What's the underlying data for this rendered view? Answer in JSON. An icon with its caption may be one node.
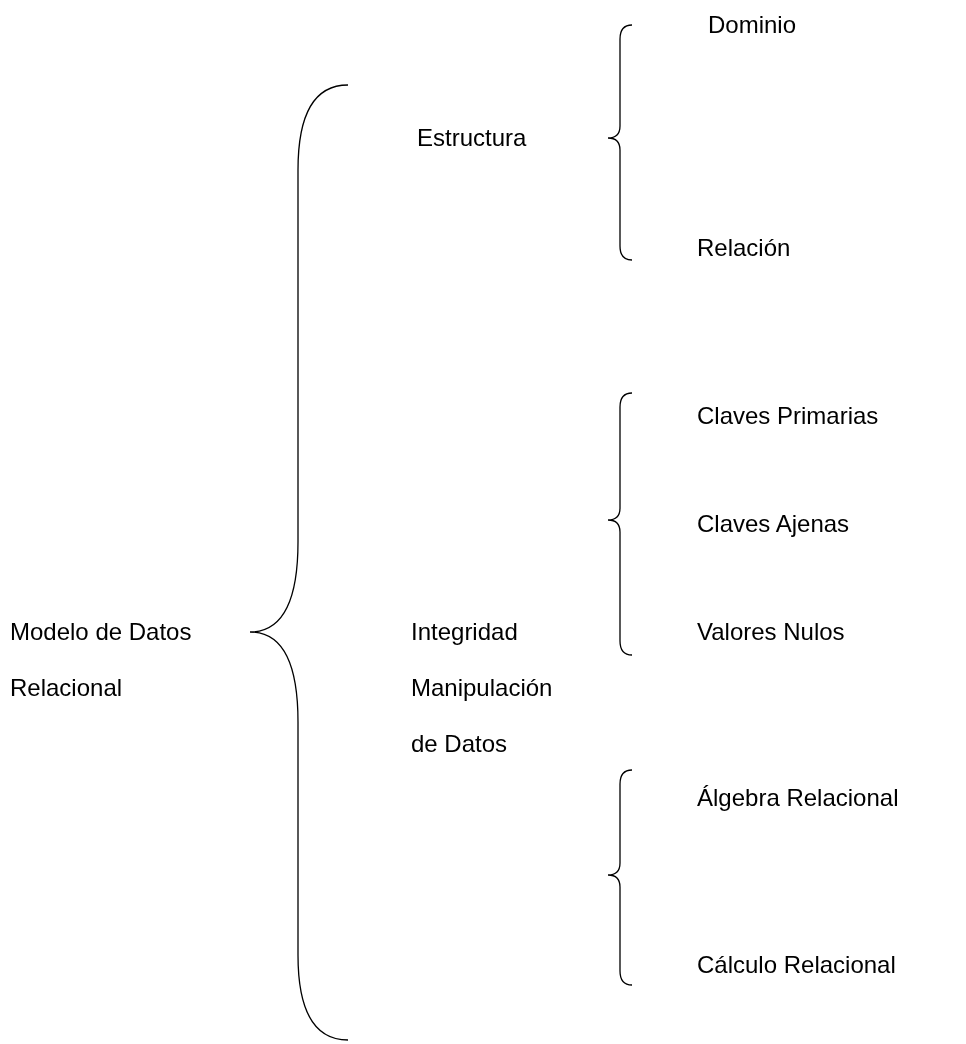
{
  "diagram": {
    "nodes": [
      {
        "text": [
          "Modelo de Datos Relacional"
        ]
      },
      {
        "text": [
          "Estructura"
        ]
      },
      {
        "text": [
          "Dominio"
        ]
      },
      {
        "text": [
          "Relación"
        ]
      },
      {
        "text": [
          "Integridad"
        ]
      },
      {
        "text": [
          "Claves Primarias"
        ]
      },
      {
        "text": [
          "Claves Ajenas"
        ]
      },
      {
        "text": [
          "Valores Nulos"
        ]
      },
      {
        "text": [
          "Manipulación de Datos"
        ]
      },
      {
        "text": [
          "Álgebra Relacional"
        ]
      },
      {
        "text": [
          "Cálculo Relacional"
        ]
      }
    ]
  }
}
